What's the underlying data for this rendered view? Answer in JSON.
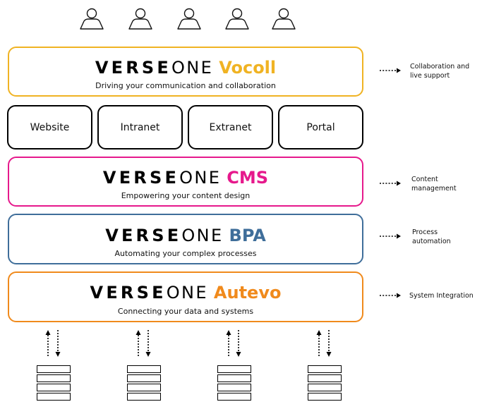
{
  "users": [
    {
      "icon": "user-icon"
    },
    {
      "icon": "user-icon"
    },
    {
      "icon": "user-icon"
    },
    {
      "icon": "user-icon"
    },
    {
      "icon": "user-icon"
    }
  ],
  "brand": {
    "verse": "VERSE",
    "one": "ONE"
  },
  "layers": [
    {
      "product": "Vocoll",
      "tagline": "Driving your communication and collaboration",
      "color": "#F0B323",
      "side_label": "Collaboration and live support"
    },
    {
      "product": "CMS",
      "tagline": "Empowering your content design",
      "color": "#E6198C",
      "side_label": "Content management"
    },
    {
      "product": "BPA",
      "tagline": "Automating your complex processes",
      "color": "#3F6E9A",
      "side_label": "Process automation"
    },
    {
      "product": "Autevo",
      "tagline": "Connecting your data and systems",
      "color": "#F08A1C",
      "side_label": "System Integration"
    }
  ],
  "channels": [
    "Website",
    "Intranet",
    "Extranet",
    "Portal"
  ],
  "data_sources": [
    {
      "icon": "database-icon"
    },
    {
      "icon": "database-icon"
    },
    {
      "icon": "database-icon"
    },
    {
      "icon": "database-icon"
    }
  ]
}
